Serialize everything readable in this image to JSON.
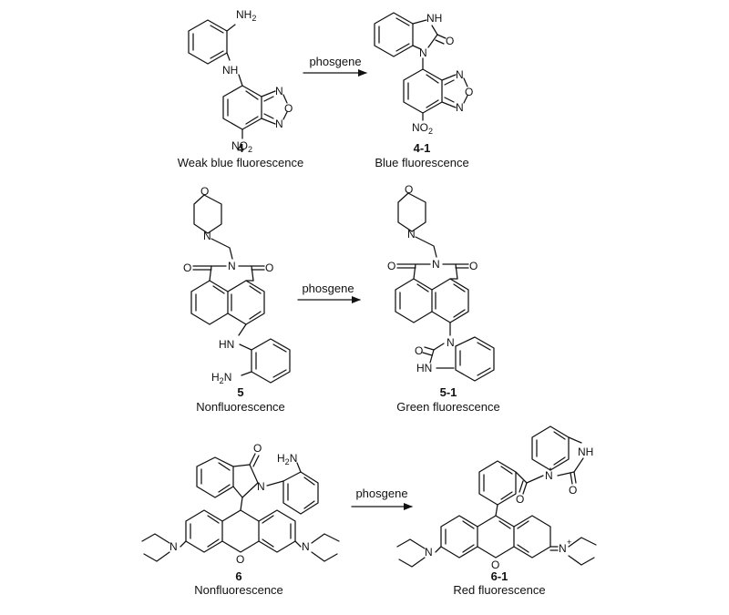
{
  "scheme": {
    "reagent": "phosgene",
    "reactions": [
      {
        "reactant": {
          "id": "4",
          "caption": "Weak blue fluorescence"
        },
        "product": {
          "id": "4-1",
          "caption": "Blue fluorescence"
        }
      },
      {
        "reactant": {
          "id": "5",
          "caption": "Nonfluorescence"
        },
        "product": {
          "id": "5-1",
          "caption": "Green fluorescence"
        }
      },
      {
        "reactant": {
          "id": "6",
          "caption": "Nonfluorescence"
        },
        "product": {
          "id": "6-1",
          "caption": "Red fluorescence"
        }
      }
    ]
  },
  "atoms": {
    "NH2": "NH",
    "two": "2",
    "NH": "NH",
    "HN": "HN",
    "H2N_H": "H",
    "H2N_N": "N",
    "N": "N",
    "O": "O",
    "NO2_N": "NO",
    "plus": "+"
  }
}
